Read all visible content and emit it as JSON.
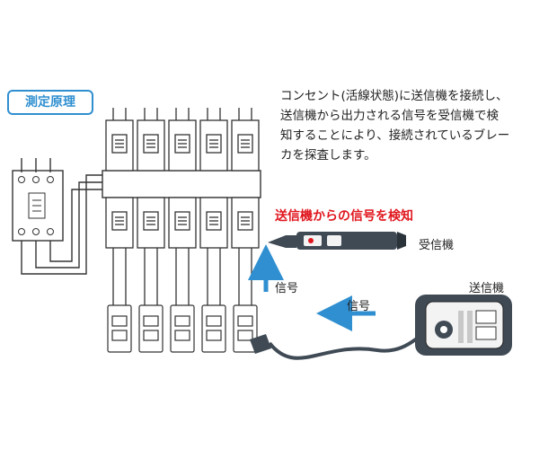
{
  "badge": "測定原理",
  "description": [
    "コンセント(活線状態)に送信機を接続し、",
    "送信機から出力される信号を受信機で検",
    "知することにより、接続されているブレー",
    "カを探査します。"
  ],
  "detect_caption": "送信機からの信号を検知",
  "receiver_label": "受信機",
  "transmitter_label": "送信機",
  "signal_up_label": "信号",
  "signal_left_label": "信号",
  "colors": {
    "accent_blue": "#2f8fd0",
    "alert_red": "#e0161e",
    "device_dark": "#3f4a55"
  }
}
